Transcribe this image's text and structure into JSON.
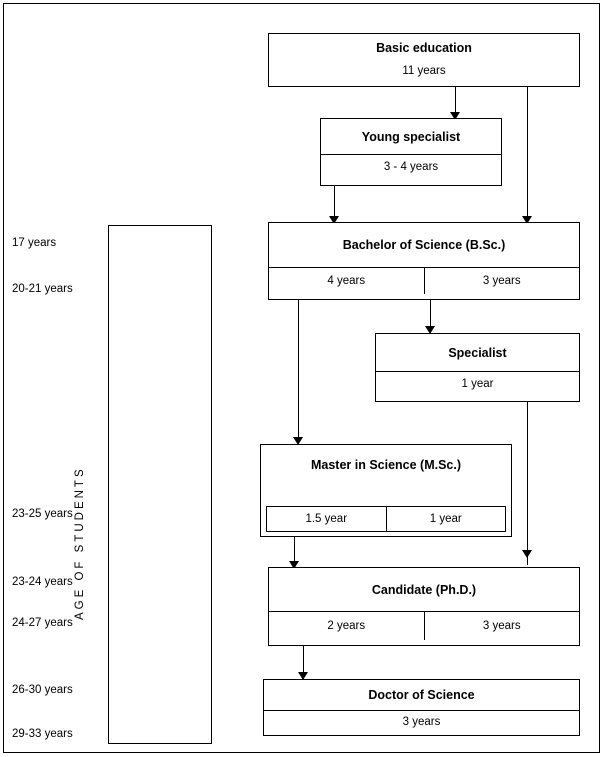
{
  "diagram": {
    "axis_title": "AGE OF STUDENTS",
    "nodes": [
      {
        "id": "basic",
        "title": "Basic education",
        "cells": [
          "11 years"
        ]
      },
      {
        "id": "young",
        "title": "Young specialist",
        "cells": [
          "3 - 4 years"
        ]
      },
      {
        "id": "bachelor",
        "title": "Bachelor of Science (B.Sc.)",
        "cells": [
          "4 years",
          "3 years"
        ]
      },
      {
        "id": "specialist",
        "title": "Specialist",
        "cells": [
          "1 year"
        ]
      },
      {
        "id": "master",
        "title": "Master in Science (M.Sc.)",
        "cells": [
          "1.5 year",
          "1 year"
        ]
      },
      {
        "id": "candidate",
        "title": "Candidate (Ph.D.)",
        "cells": [
          "2 years",
          "3 years"
        ]
      },
      {
        "id": "doctor",
        "title": "Doctor of Science",
        "cells": [
          "3 years"
        ]
      }
    ],
    "age_labels": [
      "17 years",
      "20-21 years",
      "23-25 years",
      "23-24 years",
      "24-27 years",
      "26-30 years",
      "29-33 years"
    ]
  },
  "colors": {
    "line": "#000000",
    "background": "#ffffff"
  }
}
